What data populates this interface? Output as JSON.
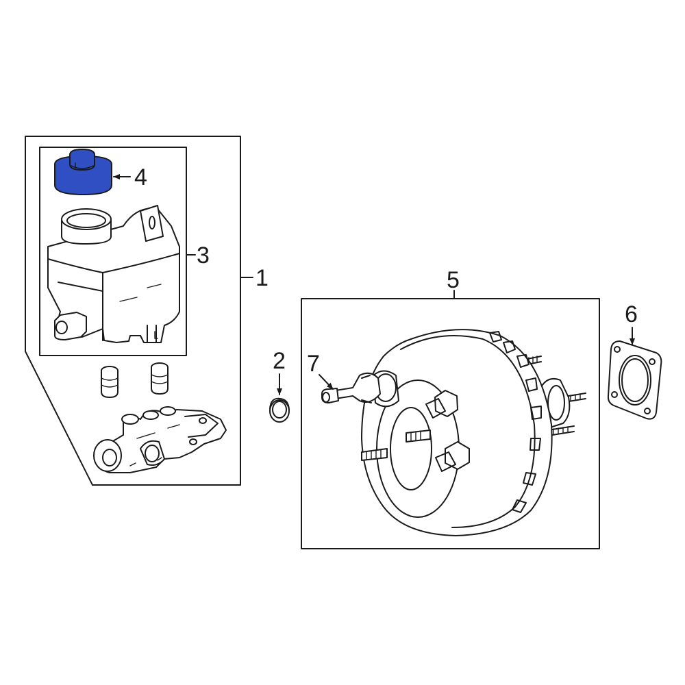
{
  "callouts": {
    "master_cylinder_assembly": "1",
    "seal_ring": "2",
    "reservoir": "3",
    "reservoir_cap": "4",
    "brake_booster": "5",
    "booster_gasket": "6",
    "push_rod_clevis": "7"
  },
  "colors": {
    "line": "#1a1a1a",
    "background": "#ffffff",
    "highlight": "#2f4fc2"
  },
  "highlighted_part": "reservoir_cap"
}
